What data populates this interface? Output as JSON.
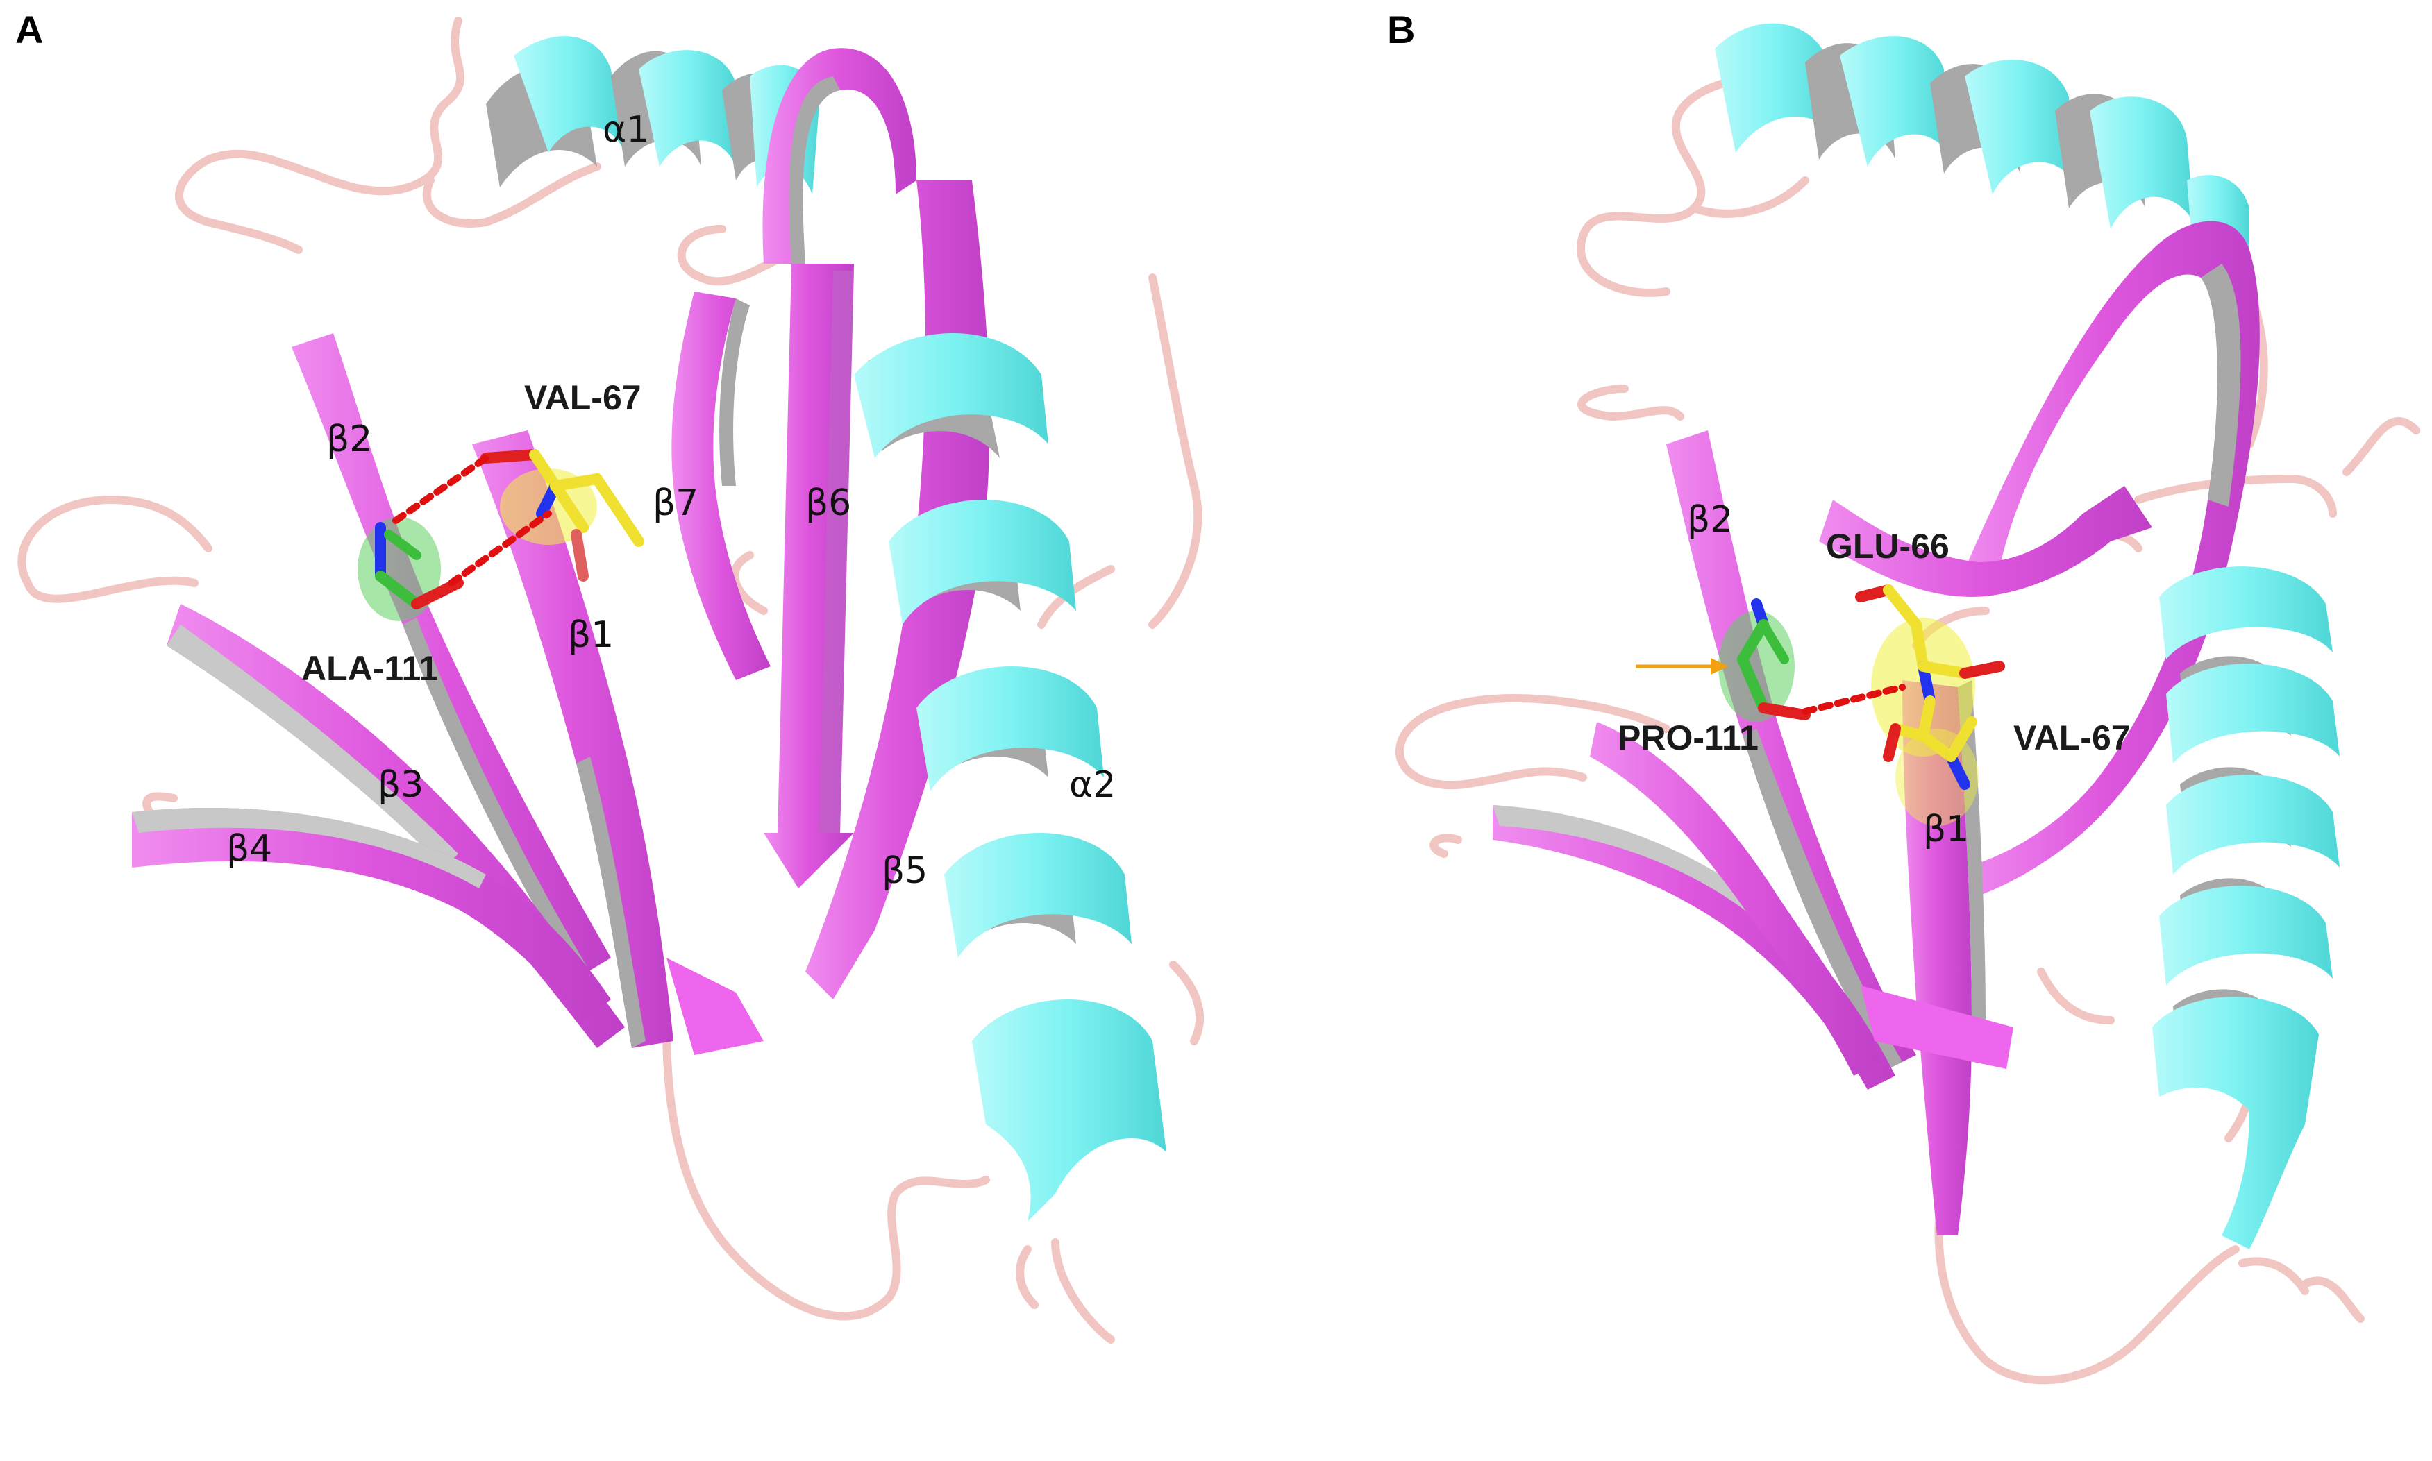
{
  "panels": [
    {
      "id": "A",
      "letter": "A",
      "labels": {
        "alpha1": "α1",
        "alpha2": "α2",
        "beta1": "β1",
        "beta2": "β2",
        "beta3": "β3",
        "beta4": "β4",
        "beta5": "β5",
        "beta6": "β6",
        "beta7": "β7"
      },
      "residues": {
        "r1": "VAL-67",
        "r2": "ALA-111"
      }
    },
    {
      "id": "B",
      "letter": "B",
      "labels": {
        "beta1": "β1",
        "beta2": "β2"
      },
      "residues": {
        "r1": "GLU-66",
        "r2": "PRO-111",
        "r3": "VAL-67"
      }
    }
  ],
  "colors": {
    "helix": "#7ef2f2",
    "strand": "#dd55dd",
    "strand_light": "#f08cf0",
    "loop": "#f1c6c2",
    "backside": "#a8a8a8",
    "ala_pro_carbon": "#3cbe3c",
    "val_glu_carbon": "#f0e030",
    "nitrogen": "#2233ee",
    "oxygen": "#e02020",
    "hbond": "#e01010",
    "arrow": "#f0a010"
  }
}
